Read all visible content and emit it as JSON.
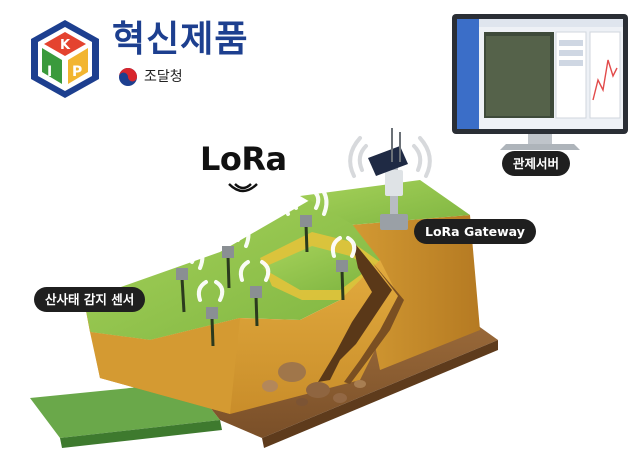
{
  "brand": {
    "title": "혁신제품",
    "agency": "조달청",
    "logo_letters": [
      "K",
      "I",
      "P"
    ]
  },
  "lora": {
    "logo_text": "LoRa"
  },
  "labels": {
    "server": "관제서버",
    "gateway": "LoRa Gateway",
    "sensor": "산사태 감지 센서"
  },
  "colors": {
    "brand_blue": "#1d3f8f",
    "hex_red": "#e4432f",
    "hex_green": "#3a9a3c",
    "hex_yellow": "#f2b530",
    "grass": "#8fc24a",
    "soil": "#d9a43a",
    "pill": "#1f1f1f"
  },
  "icons": [
    "wireless-signal-icon",
    "sensor-node-icon",
    "gateway-tower-icon",
    "monitor-icon"
  ]
}
